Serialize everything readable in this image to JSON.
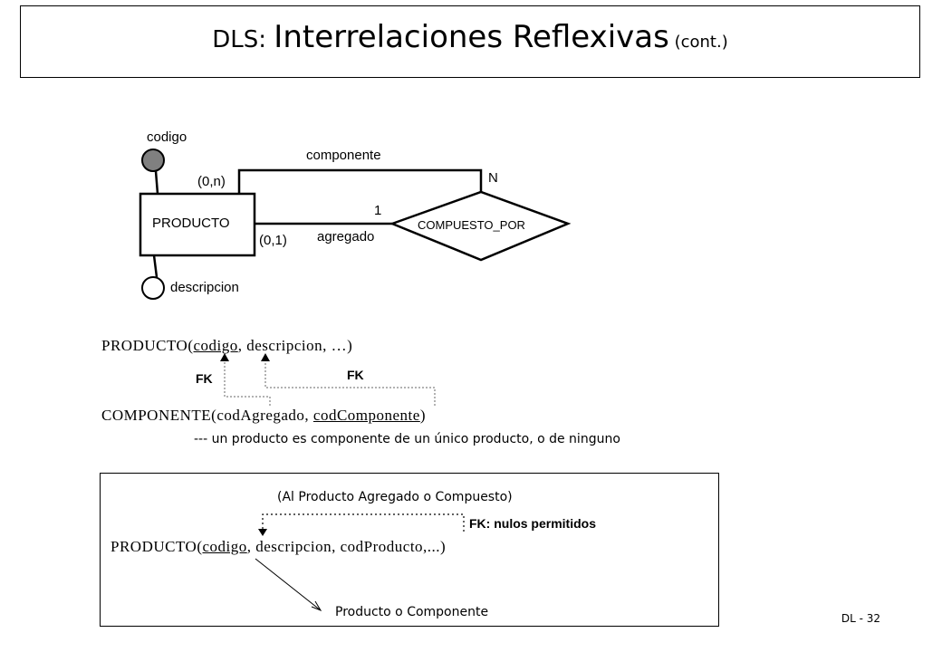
{
  "title": {
    "prefix": "DLS: ",
    "main": "Interrelaciones Reflexivas",
    "suffix": " (cont.)"
  },
  "er_diagram": {
    "entity": "PRODUCTO",
    "relationship": "COMPUESTO_POR",
    "attributes": [
      "codigo",
      "descripcion"
    ],
    "role_top": "componente",
    "role_bottom": "agregado",
    "card_top_entity": "(0,n)",
    "card_top_rel": "N",
    "card_bottom_entity": "(0,1)",
    "card_bottom_rel": "1"
  },
  "schema": {
    "producto": {
      "name": "PRODUCTO(",
      "key": "codigo",
      "rest": ", descripcion, …)"
    },
    "fk1": "FK",
    "fk2": "FK",
    "componente": {
      "name": "COMPONENTE(codAgregado, ",
      "key": "codComponente",
      "rest": ")"
    },
    "note": "--- un producto es componente de un único producto, o de ninguno"
  },
  "alternative": {
    "caption": "(Al Producto Agregado o Compuesto)",
    "fk_label": "FK: nulos permitidos",
    "producto": {
      "name": "PRODUCTO(",
      "key": "codigo",
      "rest": ", descripcion, codProducto,...)"
    },
    "pointer_label": "Producto o Componente"
  },
  "footer": "DL - 32"
}
